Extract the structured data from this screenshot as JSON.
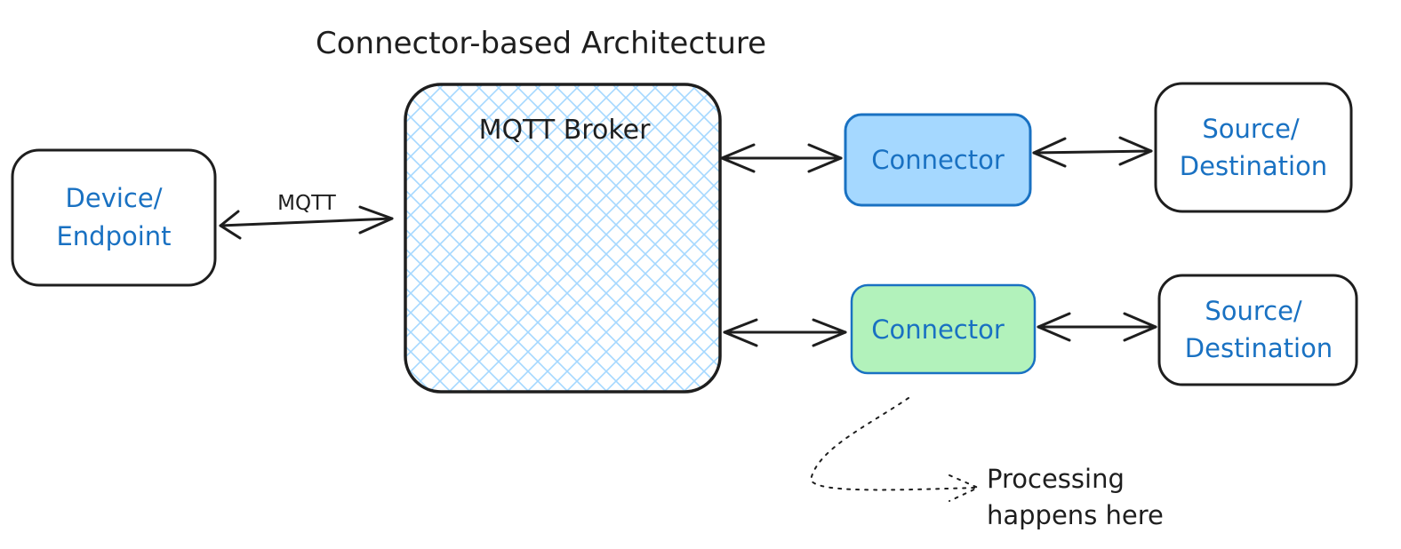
{
  "title": "Connector-based Architecture",
  "nodes": {
    "device": {
      "line1": "Device/",
      "line2": "Endpoint"
    },
    "broker": {
      "label": "MQTT Broker"
    },
    "connector_top": {
      "label": "Connector"
    },
    "connector_bottom": {
      "label": "Connector"
    },
    "source_top": {
      "line1": "Source/",
      "line2": "Destination"
    },
    "source_bottom": {
      "line1": "Source/",
      "line2": "Destination"
    }
  },
  "edges": {
    "device_broker_label": "MQTT"
  },
  "annotation": {
    "line1": "Processing",
    "line2": "happens here"
  },
  "colors": {
    "stroke": "#1e1e1e",
    "label_blue": "#1971c2",
    "broker_hatch": "#a5d8ff",
    "connector_top_fill": "#a5d8ff",
    "connector_top_stroke": "#1971c2",
    "connector_bottom_fill": "#b2f2bb",
    "connector_bottom_stroke": "#1971c2"
  }
}
